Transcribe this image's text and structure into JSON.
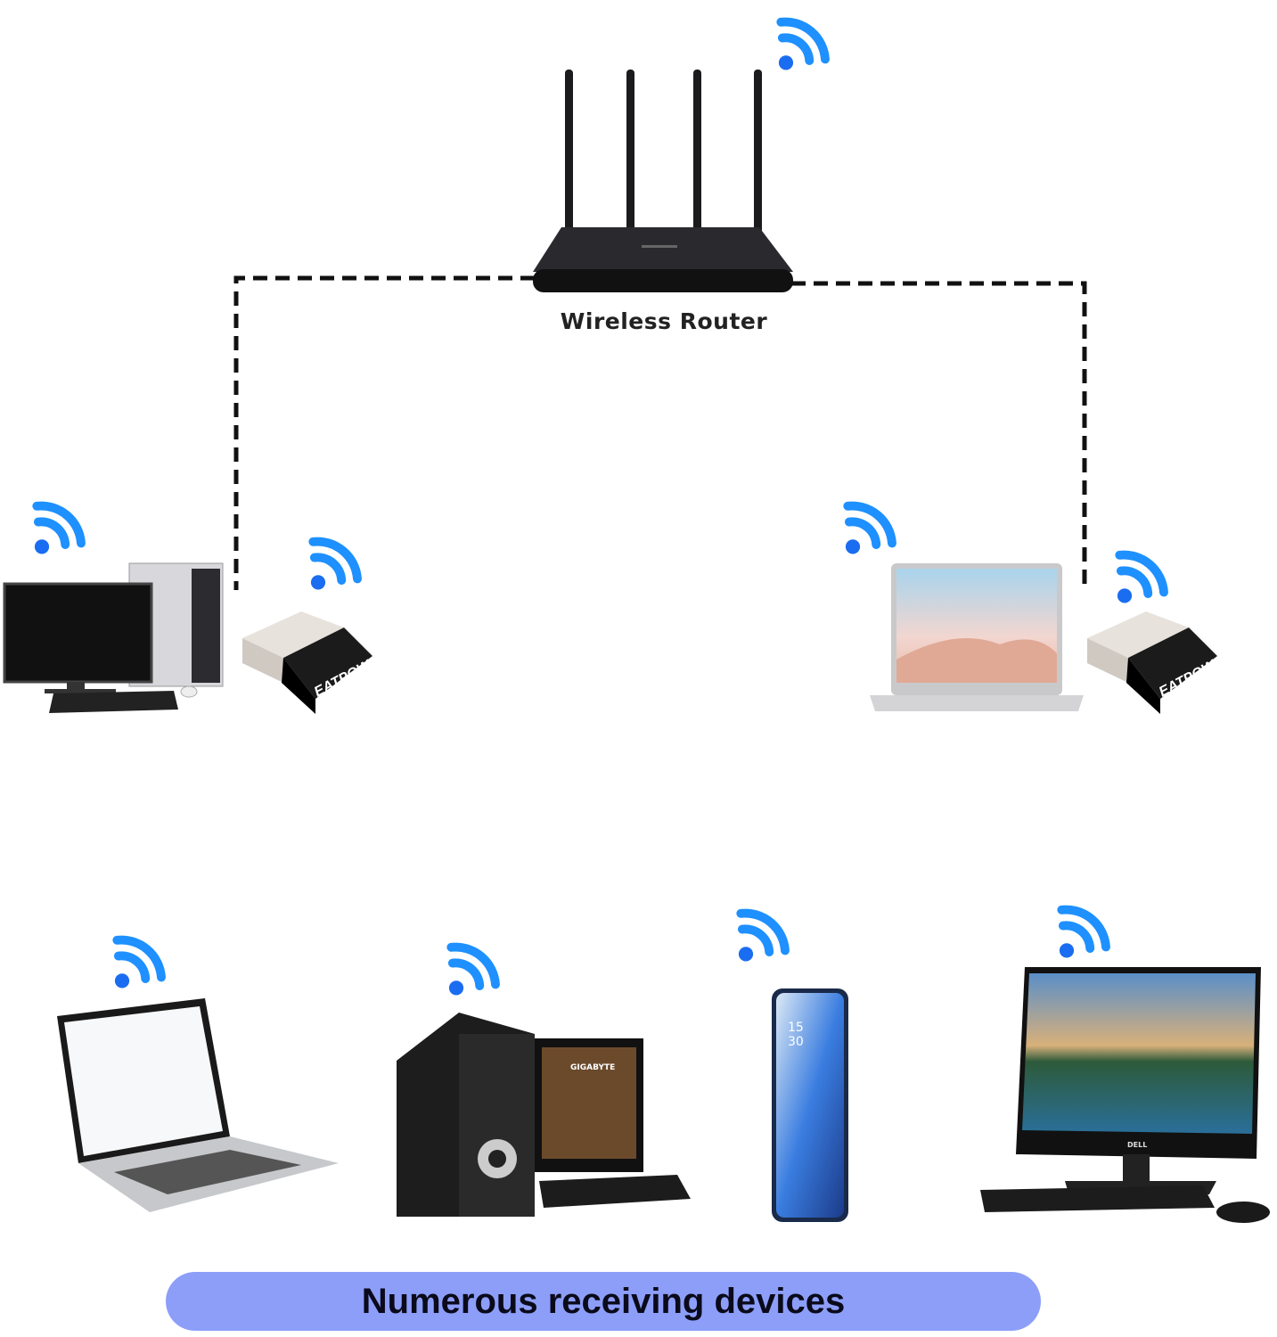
{
  "router": {
    "label": "Wireless Router"
  },
  "adapters": [
    {
      "brand": "EATPOW"
    },
    {
      "brand": "EATPOW"
    }
  ],
  "devices": {
    "phone_clock": [
      "15",
      "30"
    ],
    "monitor_brand": "DELL",
    "pc_monitor_brand": "GIGABYTE"
  },
  "banner": {
    "text": "Numerous receiving devices"
  },
  "colors": {
    "wifi": "#1e90ff",
    "banner": "#8c9ef8",
    "line": "#111111"
  }
}
